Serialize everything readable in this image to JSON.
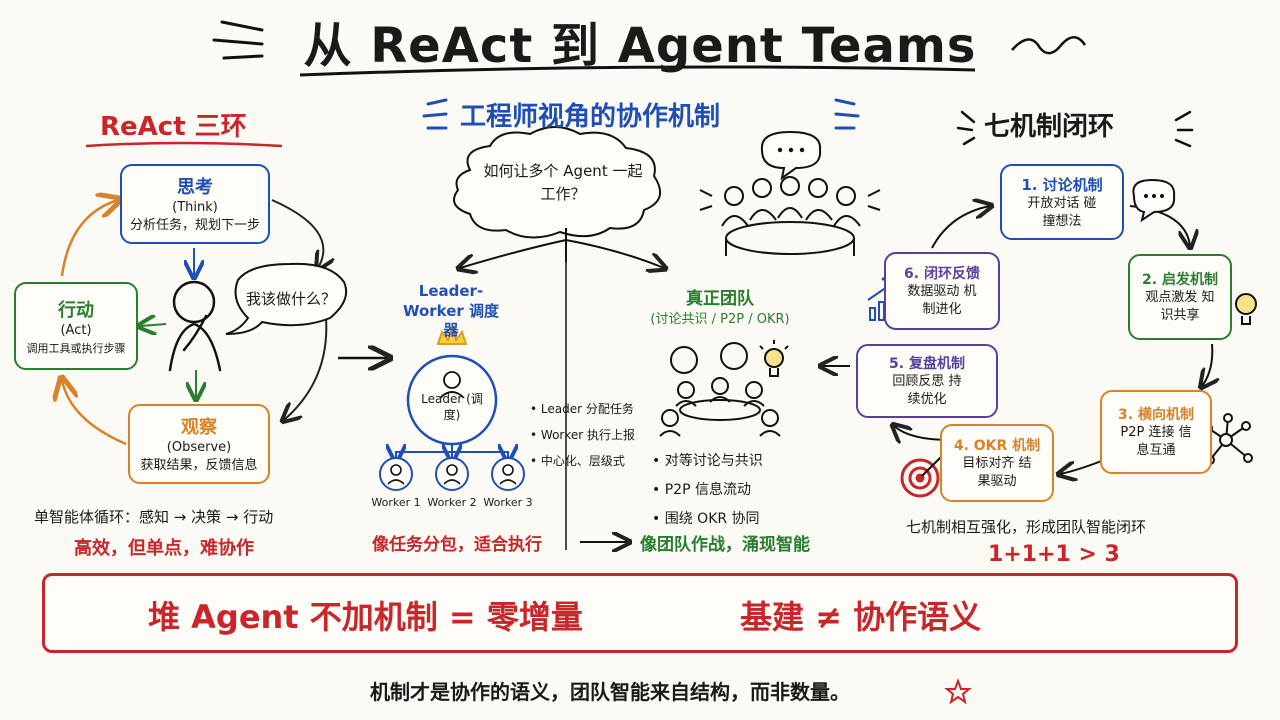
{
  "title": "从 ReAct 到 Agent Teams",
  "sections": {
    "react": {
      "heading": "ReAct 三环",
      "think": {
        "title": "思考",
        "en": "(Think)",
        "desc": "分析任务，规划下一步"
      },
      "act": {
        "title": "行动",
        "en": "(Act)",
        "desc": "调用工具或执行步骤"
      },
      "observe": {
        "title": "观察",
        "en": "(Observe)",
        "desc": "获取结果，反馈信息"
      },
      "speech": "我该做什么？",
      "loop_caption": "单智能体循环：感知 → 决策 → 行动",
      "verdict": "高效，但单点，难协作"
    },
    "engineer": {
      "heading": "工程师视角的协作机制",
      "question": "如何让多个 Agent 一起工作？",
      "leader_worker": {
        "title": "Leader-Worker 调度器",
        "leader": "Leader (调度)",
        "workers": [
          "Worker 1",
          "Worker 2",
          "Worker 3"
        ],
        "bullets": [
          "Leader 分配任务",
          "Worker 执行上报",
          "中心化、层级式"
        ],
        "summary": "像任务分包，适合执行"
      },
      "true_team": {
        "title": "真正团队",
        "subtitle": "(讨论共识 / P2P / OKR)",
        "bullets": [
          "对等讨论与共识",
          "P2P 信息流动",
          "围绕 OKR 协同"
        ],
        "summary": "像团队作战，涌现智能"
      }
    },
    "seven": {
      "heading": "七机制闭环",
      "mechanisms": [
        {
          "title": "1. 讨论机制",
          "desc": "开放对话 碰撞想法"
        },
        {
          "title": "2. 启发机制",
          "desc": "观点激发 知识共享"
        },
        {
          "title": "3. 横向机制",
          "desc": "P2P 连接 信息互通"
        },
        {
          "title": "4. OKR 机制",
          "desc": "目标对齐 结果驱动"
        },
        {
          "title": "5. 复盘机制",
          "desc": "回顾反思 持续优化"
        },
        {
          "title": "6. 闭环反馈",
          "desc": "数据驱动 机制进化"
        }
      ],
      "caption": "七机制相互强化，形成团队智能闭环",
      "equation": "1+1+1 > 3"
    }
  },
  "banner": {
    "left": "堆 Agent 不加机制 = 零增量",
    "right": "基建 ≠ 协作语义"
  },
  "footer": "机制才是协作的语义，团队智能来自结构，而非数量。",
  "colors": {
    "red": "#c8262b",
    "blue": "#1f4fb5",
    "green": "#2a7d2f",
    "orange": "#d8822a",
    "purple": "#5b3f9c"
  }
}
